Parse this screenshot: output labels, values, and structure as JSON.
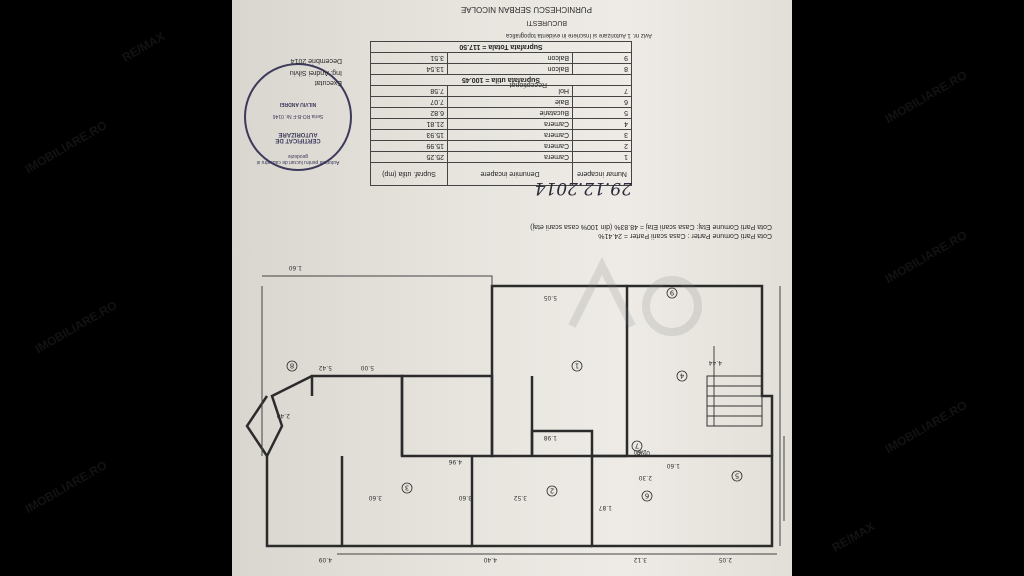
{
  "header": {
    "company": "PURNICHESCU SERBAN NICOLAE",
    "city": "BUCURESTI",
    "authorization_note": "Aviz nr. 1 Autorizare si Inscriere in evidenta topografica"
  },
  "table": {
    "headers": [
      "Numar incapere",
      "Denumire incapere",
      "Supraf. utila (mp)"
    ],
    "rows": [
      {
        "nr": "1",
        "name": "Camera",
        "area": "25.25"
      },
      {
        "nr": "2",
        "name": "Camera",
        "area": "15.99"
      },
      {
        "nr": "3",
        "name": "Camera",
        "area": "15.93"
      },
      {
        "nr": "4",
        "name": "Camera",
        "area": "21.81"
      },
      {
        "nr": "5",
        "name": "Bucatarie",
        "area": "6.82"
      },
      {
        "nr": "6",
        "name": "Baie",
        "area": "7.07"
      },
      {
        "nr": "7",
        "name": "Hol",
        "area": "7.58"
      }
    ],
    "useful_area": "Suprafata utila = 100.45",
    "balconies": [
      {
        "nr": "8",
        "name": "Balcon",
        "area": "13.54"
      },
      {
        "nr": "9",
        "name": "Balcon",
        "area": "3.51"
      }
    ],
    "total_area": "Suprafata Totala = 117.50"
  },
  "receptionat": "Receptionat",
  "stamp": {
    "title": "CERTIFICAT DE AUTORIZARE",
    "series": "Seria RO-B-F Nr. 0146",
    "name": "NILVIU ANDREI",
    "ring": "Autorizat pentru lucrari de cadastru si geodezie"
  },
  "executed": {
    "label": "Executat",
    "engineer": "Ing. Andrei Silviu",
    "date": "Decembrie 2014"
  },
  "handwritten_date": "29.12.2014",
  "shares": {
    "line1": "Cota Parti Comune Parter : Casa scarii Parter = 24.41%",
    "line2": "Cota Parti Comune Etaj: Casa scarii Etaj = 48.83% (din 100% casa scarii etaj)"
  },
  "plan": {
    "room_numbers": [
      "1",
      "2",
      "3",
      "4",
      "5",
      "6",
      "7",
      "8",
      "9"
    ],
    "dimensions": {
      "top": "4.09",
      "top_mid": "4.40",
      "top_right": "3.12",
      "top_far_right": "2.05",
      "d1": "5.05",
      "d2": "4.96",
      "d3": "5.42",
      "d4": "5.00",
      "d5": "3.60",
      "d6": "3.60",
      "d7": "3.52",
      "d8": "1.60",
      "d9": "1.98",
      "d10": "2.30",
      "d11": "1.87",
      "d12": "0.90",
      "d13": "4.44",
      "d14": "2.40",
      "d15": "1.60",
      "d16": "1.60"
    }
  },
  "watermarks": [
    "IMOBILIARE.RO",
    "RE/MAX"
  ]
}
